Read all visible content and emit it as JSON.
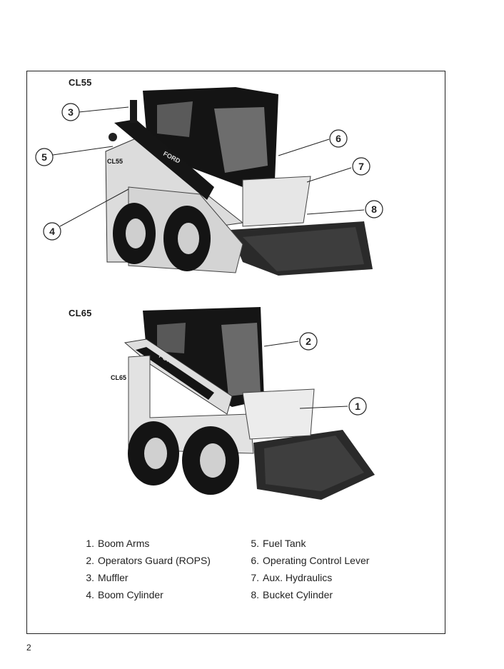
{
  "figures": [
    {
      "model": "CL55",
      "callouts": [
        "3",
        "5",
        "4",
        "6",
        "7",
        "8"
      ],
      "machine_decal": "CL55",
      "brand_decal": "FORD"
    },
    {
      "model": "CL65",
      "callouts": [
        "2",
        "1"
      ],
      "machine_decal": "CL65",
      "brand_decal": "FORD"
    }
  ],
  "legend": {
    "left": [
      {
        "num": "1.",
        "label": "Boom Arms"
      },
      {
        "num": "2.",
        "label": "Operators Guard (ROPS)"
      },
      {
        "num": "3.",
        "label": "Muffler"
      },
      {
        "num": "4.",
        "label": "Boom Cylinder"
      }
    ],
    "right": [
      {
        "num": "5.",
        "label": "Fuel Tank"
      },
      {
        "num": "6.",
        "label": "Operating Control Lever"
      },
      {
        "num": "7.",
        "label": "Aux. Hydraulics"
      },
      {
        "num": "8.",
        "label": "Bucket Cylinder"
      }
    ]
  },
  "page_number": "2"
}
